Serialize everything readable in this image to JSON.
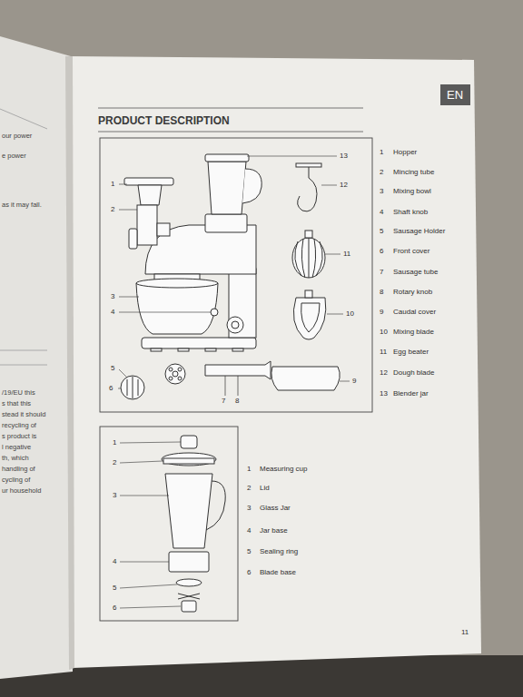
{
  "diagram": {
    "title": "PRODUCT DESCRIPTION",
    "nodes": [
      {
        "text": [
          "EN"
        ]
      }
    ],
    "labels": [
      "our power",
      "e power",
      "as it may fall.",
      "/19/EU this",
      "s that this",
      "stead it should",
      "recycling of",
      "s product is",
      "l negative",
      "th, which",
      "handling of",
      "cycling of",
      "ur household",
      "13",
      "1",
      "12",
      "2",
      "11",
      "3",
      "4",
      "10",
      "5",
      "6",
      "9",
      "7",
      "8",
      "1",
      "Hopper",
      "2",
      "Mincing tube",
      "3",
      "Mixing bowl",
      "4",
      "Shaft knob",
      "5",
      "Sausage Holder",
      "6",
      "Front cover",
      "7",
      "Sausage tube",
      "8",
      "Rotary knob",
      "9",
      "Caudal cover",
      "10",
      "Mixing blade",
      "11",
      "Egg beater",
      "12",
      "Dough blade",
      "13",
      "Blender jar",
      "1",
      "2",
      "3",
      "4",
      "5",
      "6",
      "1",
      "Measuring cup",
      "2",
      "Lid",
      "3",
      "Glass Jar",
      "4",
      "Jar base",
      "5",
      "Sealing ring",
      "6",
      "Blade base",
      "11"
    ]
  }
}
